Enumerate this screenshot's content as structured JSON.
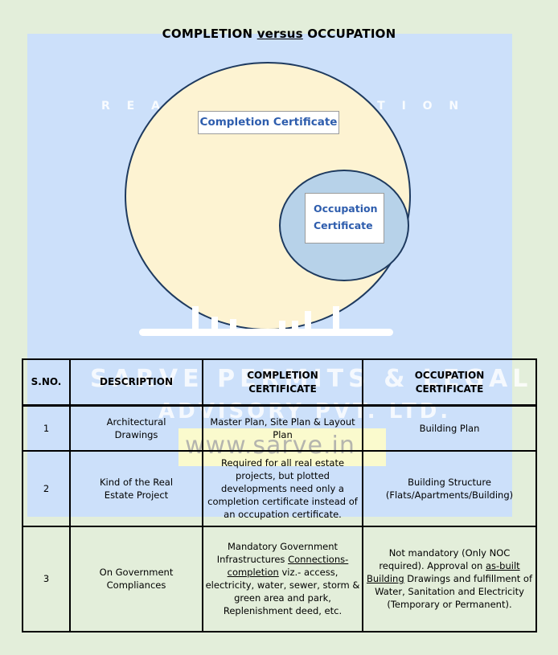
{
  "title": {
    "pre": "COMPLETION ",
    "versus": "versus",
    "post": " OCCUPATION"
  },
  "colors": {
    "page_background": "#e3eeda",
    "diagram_background": "#cce0fa",
    "completion_circle_fill": "#fdf3d2",
    "occupation_circle_fill": "#b7d2e9",
    "circle_border": "#1e3a5f",
    "label_text_blue": "#2e5dad",
    "watermark_highlight_yellow": "#fafacd",
    "table_border": "#000000"
  },
  "diagram": {
    "watermark_left": "R E A L",
    "watermark_right": "C T I O N",
    "completion_label": "Completion Certificate",
    "occupation_label_line1": "Occupation",
    "occupation_label_line2": "Certificate"
  },
  "watermark": {
    "line1": "SARVE PERMITS & LEGAL",
    "line2": "ADVISORY PVT. LTD.",
    "url": "www.sarve.in"
  },
  "table": {
    "headers": [
      {
        "lines": [
          "S.NO."
        ]
      },
      {
        "lines": [
          "DESCRIPTION"
        ]
      },
      {
        "lines": [
          "COMPLETION",
          "CERTIFICATE"
        ]
      },
      {
        "lines": [
          "OCCUPATION",
          "CERTIFICATE"
        ]
      }
    ],
    "rows": [
      {
        "cells": {
          "sno": [
            {
              "t": "1"
            }
          ],
          "description": [
            {
              "t": "Architectural Drawings"
            }
          ],
          "completion": [
            {
              "t": "Master Plan, Site Plan & Layout Plan"
            }
          ],
          "occupation": [
            {
              "t": "Building Plan"
            }
          ]
        }
      },
      {
        "cells": {
          "sno": [
            {
              "t": "2"
            }
          ],
          "description": [
            {
              "t": "Kind of the Real Estate Project"
            }
          ],
          "completion": [
            {
              "t": "Required for all real estate projects, but plotted developments need only a completion certificate instead of an occupation certificate."
            }
          ],
          "occupation": [
            {
              "t": "Building Structure (Flats/Apartments/Building)"
            }
          ]
        }
      },
      {
        "cells": {
          "sno": [
            {
              "t": "3"
            }
          ],
          "description": [
            {
              "t": "On Government Compliances"
            }
          ],
          "completion": [
            {
              "t": "Mandatory Government Infrastructures "
            },
            {
              "t": "Connections-completion",
              "u": true
            },
            {
              "t": " viz.- access, electricity, water, sewer, storm & green area and park, Replenishment deed, etc."
            }
          ],
          "occupation": [
            {
              "t": "Not mandatory (Only NOC required). Approval on "
            },
            {
              "t": "as-built Building",
              "u": true
            },
            {
              "t": " Drawings and fulfillment of Water, Sanitation and Electricity (Temporary or Permanent)."
            }
          ]
        }
      }
    ]
  }
}
